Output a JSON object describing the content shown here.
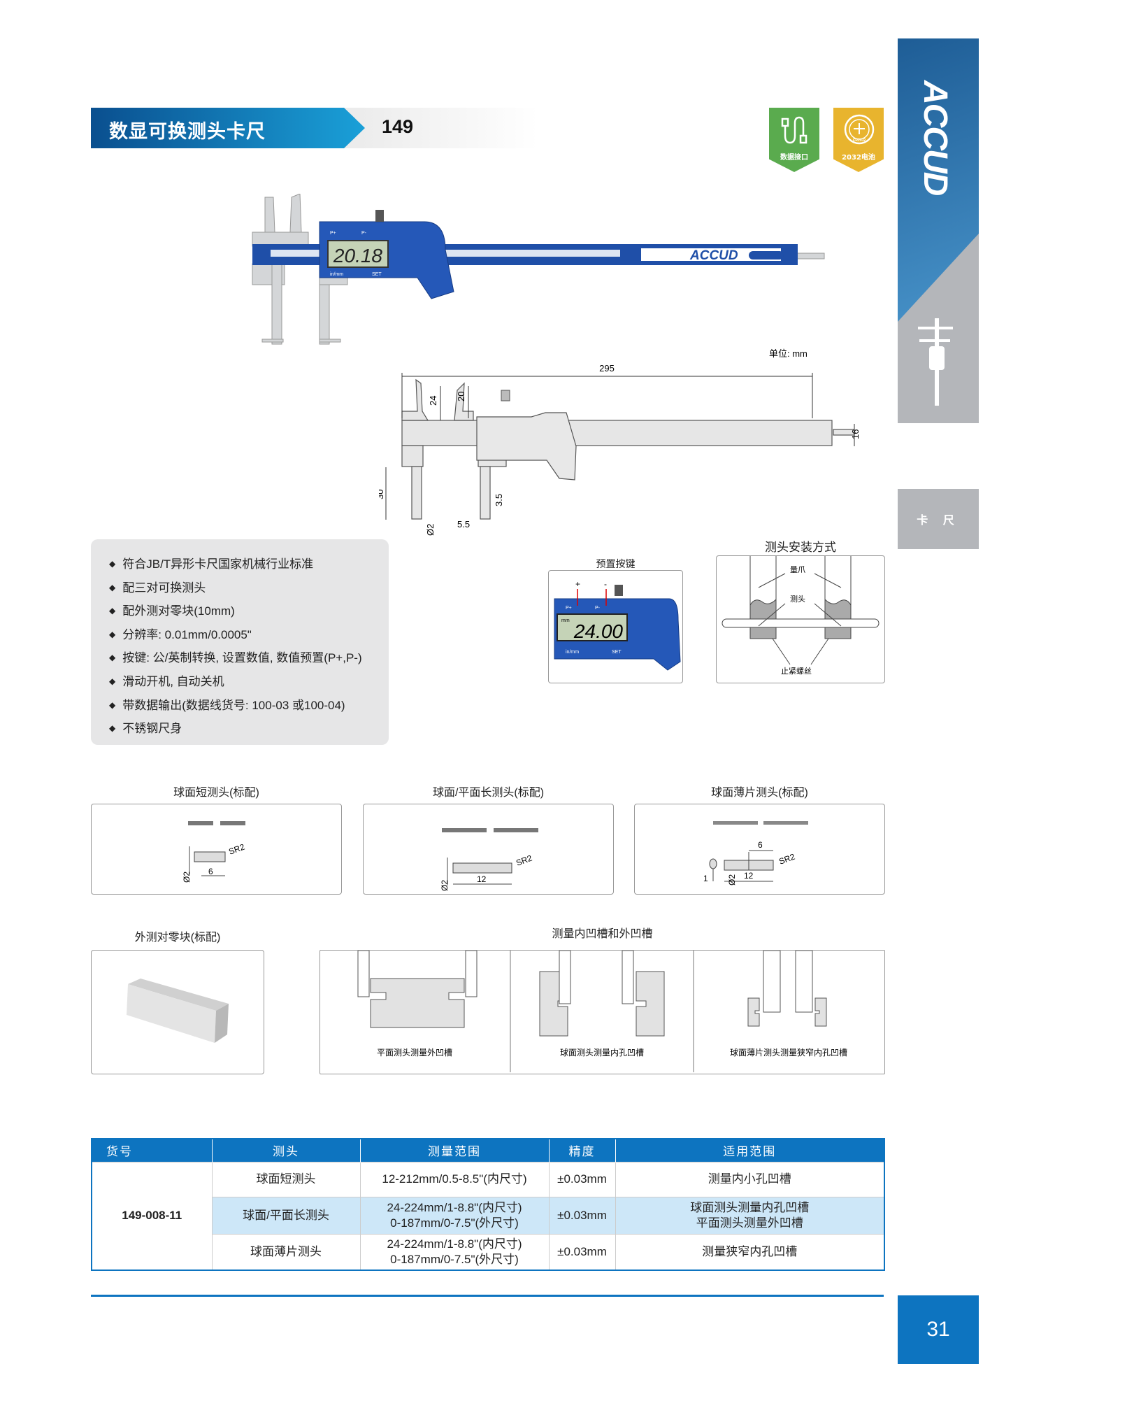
{
  "header": {
    "title": "数显可换测头卡尺",
    "model": "149"
  },
  "badges": [
    {
      "label": "数据接口",
      "icon": "usb-cable-icon",
      "color": "#5aab4e"
    },
    {
      "label": "2032电池",
      "icon": "coin-battery-icon",
      "color": "#e8b42e",
      "battery_text": "CR2032"
    }
  ],
  "side": {
    "brand": "ACCUD",
    "category": "卡 尺"
  },
  "product_photo": {
    "lcd": "20.18",
    "brand": "ACCUD",
    "btn_plus": "P+",
    "btn_minus": "P-",
    "btn_inmm": "in/mm",
    "btn_set": "SET"
  },
  "drawing": {
    "unit": "单位: mm",
    "length": "295",
    "d24": "24",
    "d20": "20",
    "d16": "16",
    "d30": "30",
    "d35": "3.5",
    "d55": "5.5",
    "dia": "Ø2"
  },
  "features": [
    "符合JB/T异形卡尺国家机械行业标准",
    "配三对可换测头",
    "配外测对零块(10mm)",
    "分辨率: 0.01mm/0.0005\"",
    "按键: 公/英制转换, 设置数值, 数值预置(P+,P-)",
    "滑动开机, 自动关机",
    "带数据输出(数据线货号: 100-03 或100-04)",
    "不锈钢尺身"
  ],
  "preset": {
    "title": "预置按键",
    "plus": "+",
    "minus": "-",
    "lcd": "24.00",
    "unit": "mm",
    "p_plus": "P+",
    "p_minus": "P-",
    "inmm": "in/mm",
    "set": "SET"
  },
  "mount": {
    "title": "测头安装方式",
    "jaw": "量爪",
    "probe": "测头",
    "screw": "止紧螺丝"
  },
  "probes": [
    {
      "title": "球面短测头(标配)",
      "sr": "SR2",
      "len": "6",
      "dia": "Ø2"
    },
    {
      "title": "球面/平面长测头(标配)",
      "sr": "SR2",
      "len": "12",
      "dia": "Ø2"
    },
    {
      "title": "球面薄片测头(标配)",
      "sr": "SR2",
      "len": "12",
      "len2": "6",
      "dia": "Ø2",
      "thick": "1"
    }
  ],
  "zero_block": {
    "title": "外测对零块(标配)"
  },
  "grooves": {
    "title": "测量内凹槽和外凹槽",
    "captions": [
      "平面测头测量外凹槽",
      "球面测头测量内孔凹槽",
      "球面薄片测头测量狭窄内孔凹槽"
    ]
  },
  "table": {
    "headers": [
      "货号",
      "测头",
      "测量范围",
      "精度",
      "适用范围"
    ],
    "part_no": "149-008-11",
    "rows": [
      {
        "probe": "球面短测头",
        "range": [
          "12-212mm/0.5-8.5\"(内尺寸)"
        ],
        "acc": "±0.03mm",
        "use": [
          "测量内小孔凹槽"
        ]
      },
      {
        "probe": "球面/平面长测头",
        "range": [
          "24-224mm/1-8.8\"(内尺寸)",
          "0-187mm/0-7.5\"(外尺寸)"
        ],
        "acc": "±0.03mm",
        "use": [
          "球面测头测量内孔凹槽",
          "平面测头测量外凹槽"
        ]
      },
      {
        "probe": "球面薄片测头",
        "range": [
          "24-224mm/1-8.8\"(内尺寸)",
          "0-187mm/0-7.5\"(外尺寸)"
        ],
        "acc": "±0.03mm",
        "use": [
          "测量狭窄内孔凹槽"
        ]
      }
    ]
  },
  "page_number": "31"
}
